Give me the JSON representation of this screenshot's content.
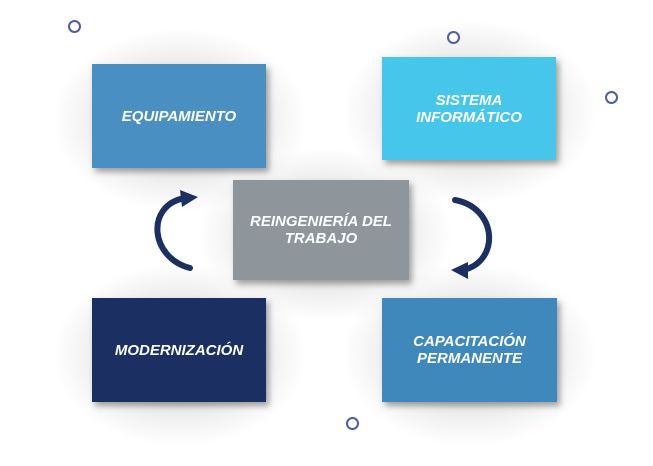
{
  "diagram": {
    "center": {
      "label": "REINGENIERÍA DEL TRABAJO",
      "color": "#8e959b"
    },
    "boxes": {
      "top_left": {
        "label": "EQUIPAMIENTO",
        "color": "#4a8fc1"
      },
      "top_right": {
        "label": "SISTEMA INFORMÁTICO",
        "color": "#45c6ea"
      },
      "bottom_left": {
        "label": "MODERNIZACIÓN",
        "color": "#1c2f63"
      },
      "bottom_right": {
        "label": "CAPACITACIÓN PERMANENTE",
        "color": "#3f88bb"
      }
    },
    "arrow_color": "#1c2f63",
    "dot_color": "#4b5fa8"
  }
}
